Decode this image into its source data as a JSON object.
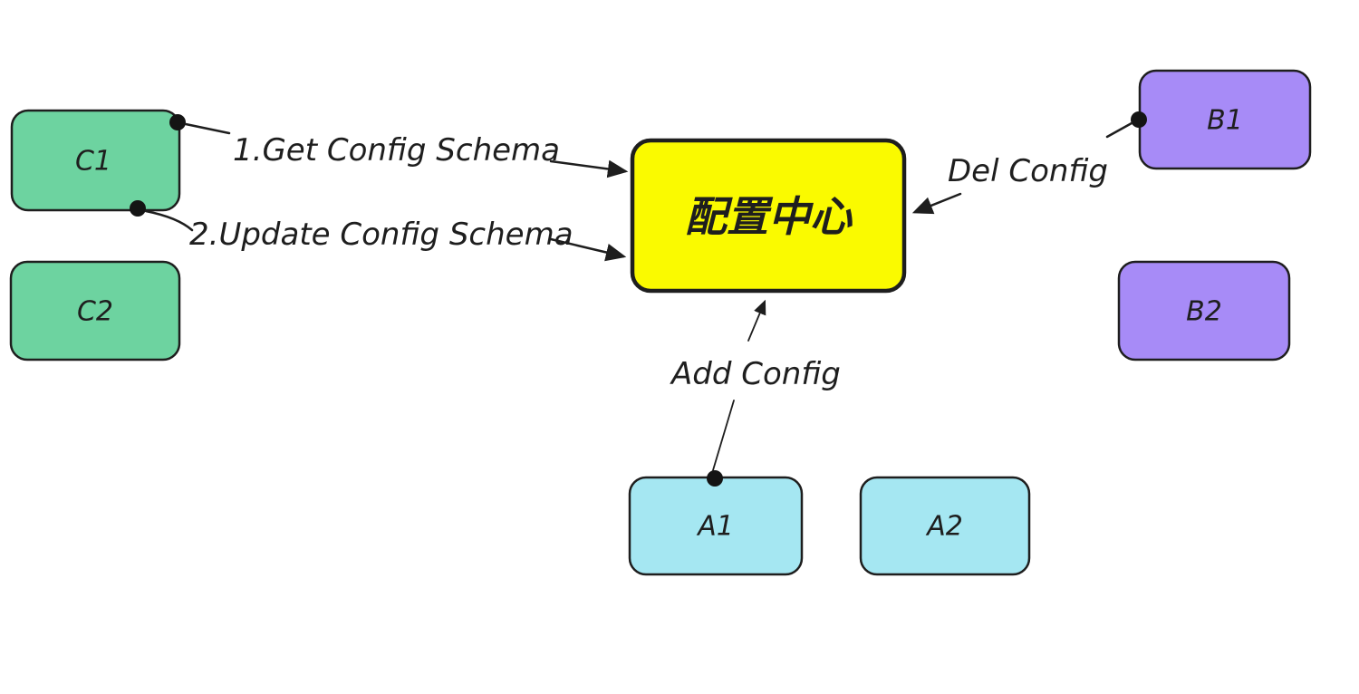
{
  "diagram": {
    "background": "#ffffff",
    "stroke_color": "#1e1e1e",
    "nodes": [
      {
        "id": "C1",
        "label": "C1",
        "fill": "#6dd3a0",
        "role": "client"
      },
      {
        "id": "C2",
        "label": "C2",
        "fill": "#6dd3a0",
        "role": "client"
      },
      {
        "id": "config-center",
        "label": "配置中心",
        "fill": "#fafa00",
        "role": "center"
      },
      {
        "id": "B1",
        "label": "B1",
        "fill": "#a78bf7",
        "role": "service"
      },
      {
        "id": "B2",
        "label": "B2",
        "fill": "#a78bf7",
        "role": "service"
      },
      {
        "id": "A1",
        "label": "A1",
        "fill": "#a5e7f2",
        "role": "service"
      },
      {
        "id": "A2",
        "label": "A2",
        "fill": "#a5e7f2",
        "role": "service"
      }
    ],
    "edges": [
      {
        "label": "1.Get Config Schema",
        "from": "C1",
        "to": "config-center"
      },
      {
        "label": "2.Update Config Schema",
        "from": "C1",
        "to": "config-center"
      },
      {
        "label": "Del Config",
        "from": "B1",
        "to": "config-center"
      },
      {
        "label": "Add Config",
        "from": "A1",
        "to": "config-center"
      }
    ]
  }
}
